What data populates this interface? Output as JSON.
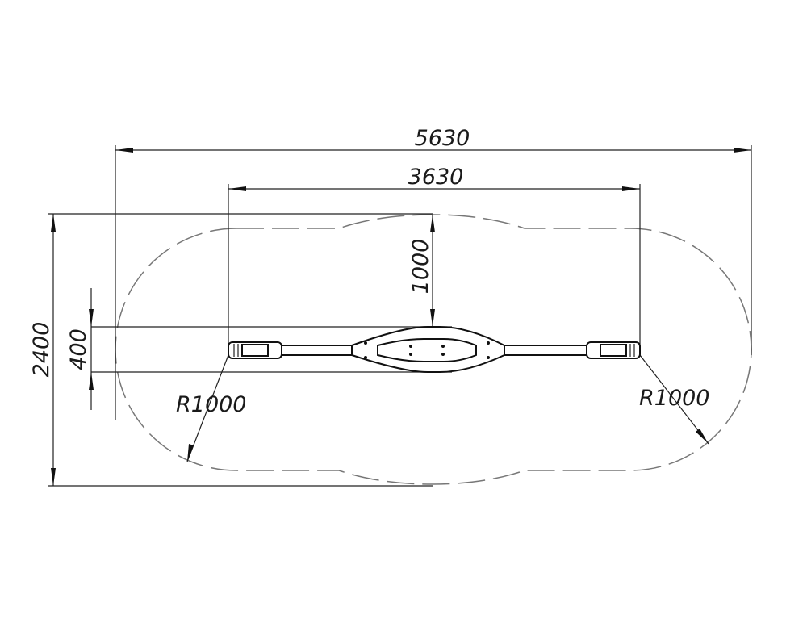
{
  "dimensions": {
    "overall_length": "5630",
    "bar_length": "3630",
    "half_width_offset": "1000",
    "overall_width": "2400",
    "center_width": "400",
    "radius_left": "R1000",
    "radius_right": "R1000"
  }
}
